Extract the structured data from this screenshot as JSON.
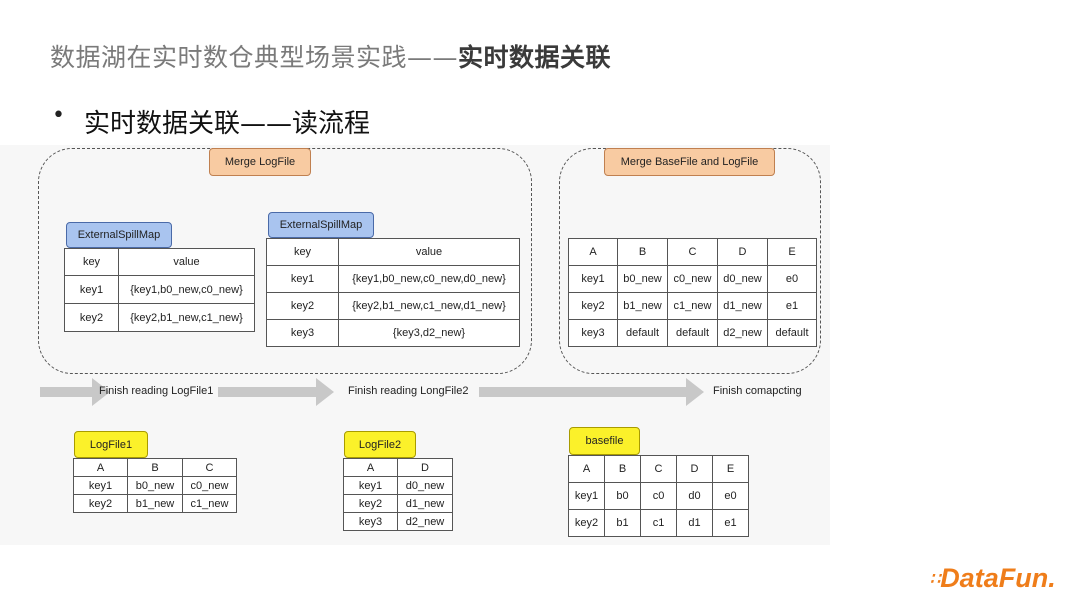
{
  "header": {
    "title_prefix": "数据湖在实时数仓典型场景实践——",
    "title_emphasis": "实时数据关联"
  },
  "bullet": {
    "dot": "•",
    "text": "实时数据关联——读流程"
  },
  "merge_logfile_label": "Merge LogFile",
  "merge_basefile_label": "Merge BaseFile and LogFile",
  "spillmap1": {
    "label": "ExternalSpillMap",
    "headers": [
      "key",
      "value"
    ],
    "rows": [
      [
        "key1",
        "{key1,b0_new,c0_new}"
      ],
      [
        "key2",
        "{key2,b1_new,c1_new}"
      ]
    ]
  },
  "spillmap2": {
    "label": "ExternalSpillMap",
    "headers": [
      "key",
      "value"
    ],
    "rows": [
      [
        "key1",
        "{key1,b0_new,c0_new,d0_new}"
      ],
      [
        "key2",
        "{key2,b1_new,c1_new,d1_new}"
      ],
      [
        "key3",
        "{key3,d2_new}"
      ]
    ]
  },
  "merged_table": {
    "headers": [
      "A",
      "B",
      "C",
      "D",
      "E"
    ],
    "rows": [
      [
        "key1",
        "b0_new",
        "c0_new",
        "d0_new",
        "e0"
      ],
      [
        "key2",
        "b1_new",
        "c1_new",
        "d1_new",
        "e1"
      ],
      [
        "key3",
        "default",
        "default",
        "d2_new",
        "default"
      ]
    ]
  },
  "arrows": {
    "step1": "Finish reading LogFile1",
    "step2": "Finish reading LongFile2",
    "step3": "Finish comapcting"
  },
  "logfile1": {
    "label": "LogFile1",
    "headers": [
      "A",
      "B",
      "C"
    ],
    "rows": [
      [
        "key1",
        "b0_new",
        "c0_new"
      ],
      [
        "key2",
        "b1_new",
        "c1_new"
      ]
    ]
  },
  "logfile2": {
    "label": "LogFile2",
    "headers": [
      "A",
      "D"
    ],
    "rows": [
      [
        "key1",
        "d0_new"
      ],
      [
        "key2",
        "d1_new"
      ],
      [
        "key3",
        "d2_new"
      ]
    ]
  },
  "basefile": {
    "label": "basefile",
    "headers": [
      "A",
      "B",
      "C",
      "D",
      "E"
    ],
    "rows": [
      [
        "key1",
        "b0",
        "c0",
        "d0",
        "e0"
      ],
      [
        "key2",
        "b1",
        "c1",
        "d1",
        "e1"
      ]
    ]
  },
  "logo": {
    "dots": "∷",
    "text": "DataFun."
  },
  "colors": {
    "orange_label": "#f8cba2",
    "blue_label": "#a9c4ef",
    "yellow_label": "#fbf12a",
    "arrow": "#c8c8c8",
    "logo": "#ef7d1a"
  }
}
